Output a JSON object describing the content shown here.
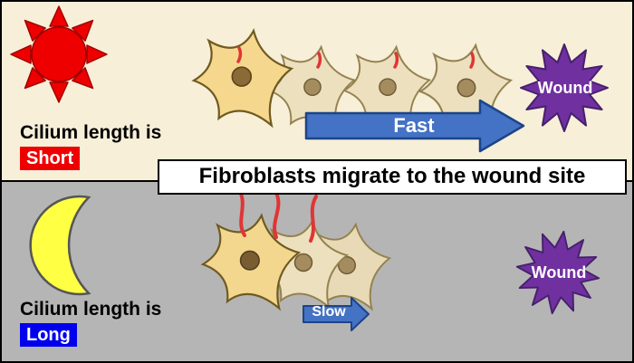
{
  "banner": {
    "text": "Fibroblasts migrate to the wound site"
  },
  "top_panel": {
    "icon": "sun-icon",
    "condition_label": "Cilium length is",
    "condition_value": "Short",
    "condition_value_color": "#ee0000",
    "speed_label": "Fast",
    "wound_label": "Wound",
    "background": "#f8efd9"
  },
  "bottom_panel": {
    "icon": "moon-icon",
    "condition_label": "Cilium length is",
    "condition_value": "Long",
    "condition_value_color": "#0000ee",
    "speed_label": "Slow",
    "wound_label": "Wound",
    "background": "#b5b5b5"
  },
  "colors": {
    "arrow_blue": "#4472c4",
    "arrow_outline": "#1b4587",
    "wound_purple": "#7030a0",
    "sun_red": "#ee0000",
    "moon_yellow": "#ffff44",
    "cell_lead": "#f5d88d",
    "cell_trailing": "#ece0bf",
    "cilium_red": "#e03535"
  }
}
